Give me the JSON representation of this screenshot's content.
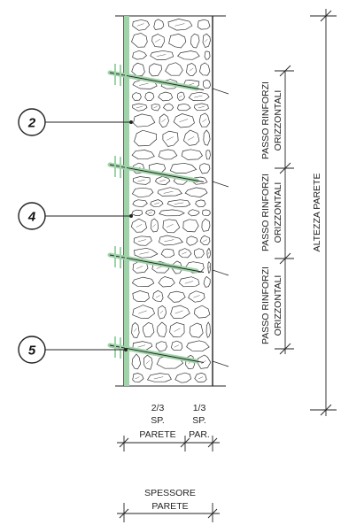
{
  "callouts": [
    {
      "id": "callout-2",
      "number": "2"
    },
    {
      "id": "callout-4",
      "number": "4"
    },
    {
      "id": "callout-5",
      "number": "5"
    }
  ],
  "vertical_labels": {
    "passo_1_line1": "PASSO RINFORZI",
    "passo_1_line2": "ORIZZONTALI",
    "passo_2_line1": "PASSO RINFORZI",
    "passo_2_line2": "ORIZZONTALI",
    "passo_3_line1": "PASSO RINFORZI",
    "passo_3_line2": "ORIZZONTALI",
    "altezza": "ALTEZZA PARETE"
  },
  "bottom_labels": {
    "two_thirds_line1": "2/3",
    "two_thirds_line2": "SP.",
    "two_thirds_line3": "PARETE",
    "one_third_line1": "1/3",
    "one_third_line2": "SP.",
    "one_third_line3": "PAR.",
    "spessore_line1": "SPESSORE",
    "spessore_line2": "PARETE"
  },
  "colors": {
    "reinforcement": "#9fd3a8",
    "line": "#222222",
    "stone_stroke": "#333333",
    "background": "#ffffff"
  }
}
